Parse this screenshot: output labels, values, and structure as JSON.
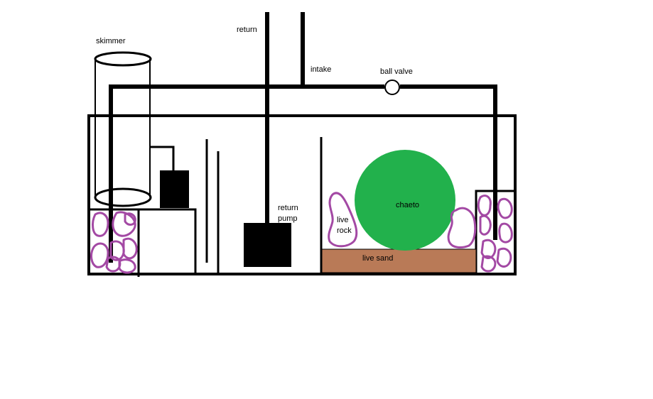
{
  "labels": {
    "skimmer": "skimmer",
    "return": "return",
    "intake": "intake",
    "ball_valve": "ball valve",
    "return_pump_line1": "return",
    "return_pump_line2": "pump",
    "live_rock_line1": "live",
    "live_rock_line2": "rock",
    "chaeto": "chaeto",
    "live_sand": "live sand"
  },
  "colors": {
    "line": "#000000",
    "background": "#ffffff",
    "chaeto": "#22b14c",
    "sand": "#b97a57",
    "rock": "#a349a4"
  }
}
